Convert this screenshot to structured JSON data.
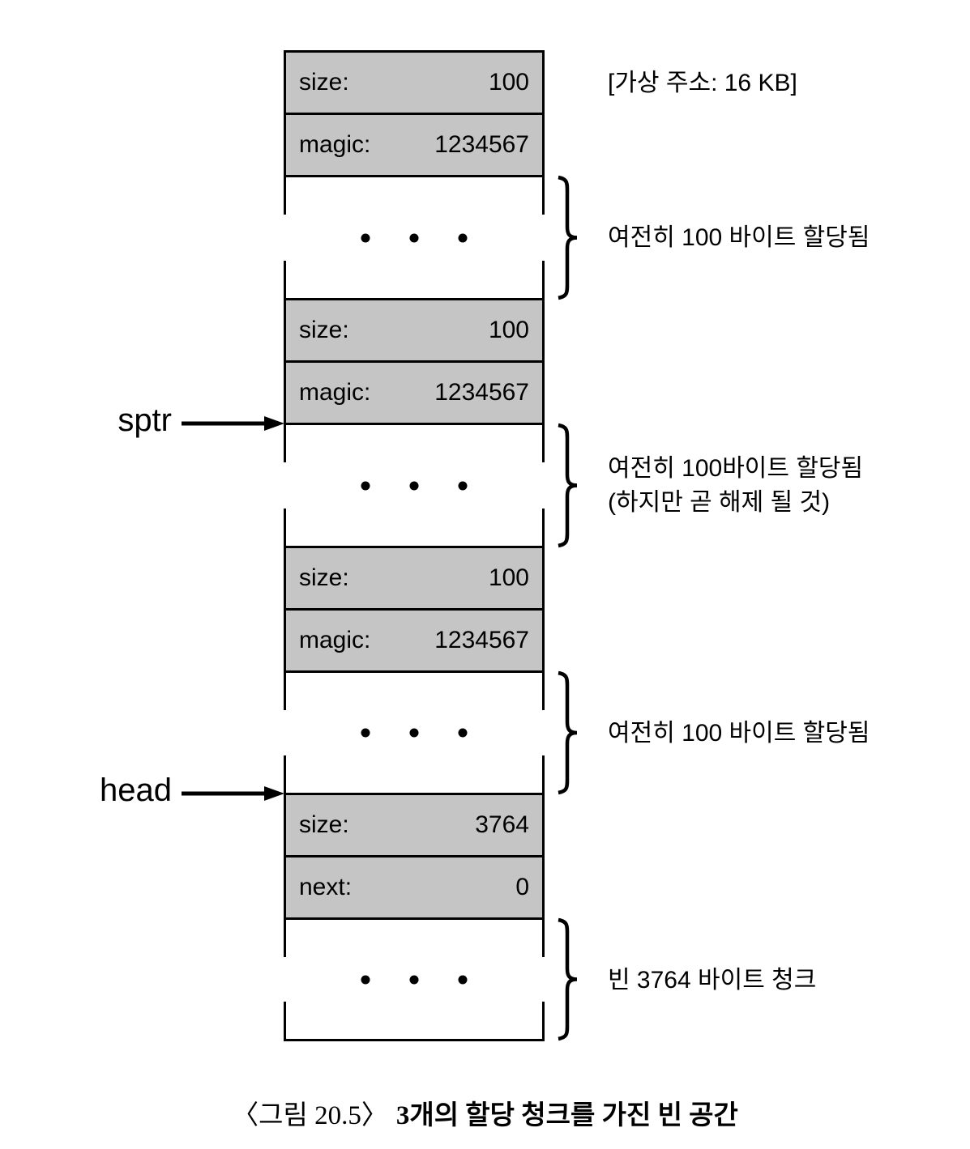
{
  "figure": {
    "address_note": "[가상 주소: 16 KB]",
    "pointers": {
      "sptr": "sptr",
      "head": "head"
    },
    "rows": [
      {
        "label": "size:",
        "value": "100"
      },
      {
        "label": "magic:",
        "value": "1234567"
      },
      {
        "label": "size:",
        "value": "100"
      },
      {
        "label": "magic:",
        "value": "1234567"
      },
      {
        "label": "size:",
        "value": "100"
      },
      {
        "label": "magic:",
        "value": "1234567"
      },
      {
        "label": "size:",
        "value": "3764"
      },
      {
        "label": "next:",
        "value": "0"
      }
    ],
    "gap_annotations": [
      {
        "lines": [
          "여전히 100 바이트 할당됨"
        ]
      },
      {
        "lines": [
          "여전히 100바이트 할당됨",
          "(하지만 곧 해제 될 것)"
        ]
      },
      {
        "lines": [
          "여전히 100 바이트 할당됨"
        ]
      },
      {
        "lines": [
          "빈 3764 바이트 청크"
        ]
      }
    ],
    "colors": {
      "chunk_fill": "#c5c5c5",
      "line": "#000000"
    }
  },
  "caption": {
    "prefix": "〈그림 20.5〉",
    "title": "3개의 할당 청크를 가진 빈 공간"
  }
}
